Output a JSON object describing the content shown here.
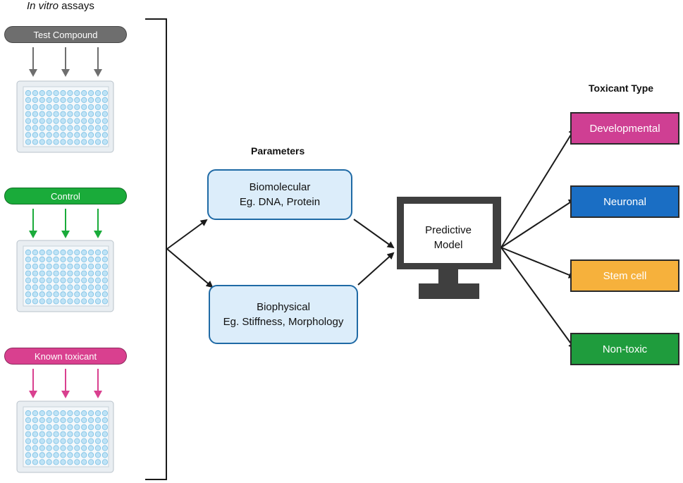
{
  "assays": {
    "title_italic": "In vitro",
    "title_rest": " assays",
    "groups": [
      {
        "label": "Test Compound",
        "color": "#6e6e6e"
      },
      {
        "label": "Control",
        "color": "#1aab3a"
      },
      {
        "label": "Known toxicant",
        "color": "#d9408f"
      }
    ]
  },
  "parameters": {
    "header": "Parameters",
    "biomolecular": {
      "line1": "Biomolecular",
      "line2": "Eg. DNA, Protein"
    },
    "biophysical": {
      "line1": "Biophysical",
      "line2": "Eg. Stiffness, Morphology"
    }
  },
  "model": {
    "line1": "Predictive",
    "line2": "Model"
  },
  "toxicant": {
    "header": "Toxicant Type",
    "types": [
      {
        "label": "Developmental",
        "color": "#cf3f93"
      },
      {
        "label": "Neuronal",
        "color": "#1a6ec4"
      },
      {
        "label": "Stem cell",
        "color": "#f6b13c"
      },
      {
        "label": "Non-toxic",
        "color": "#1f9c3d"
      }
    ]
  }
}
